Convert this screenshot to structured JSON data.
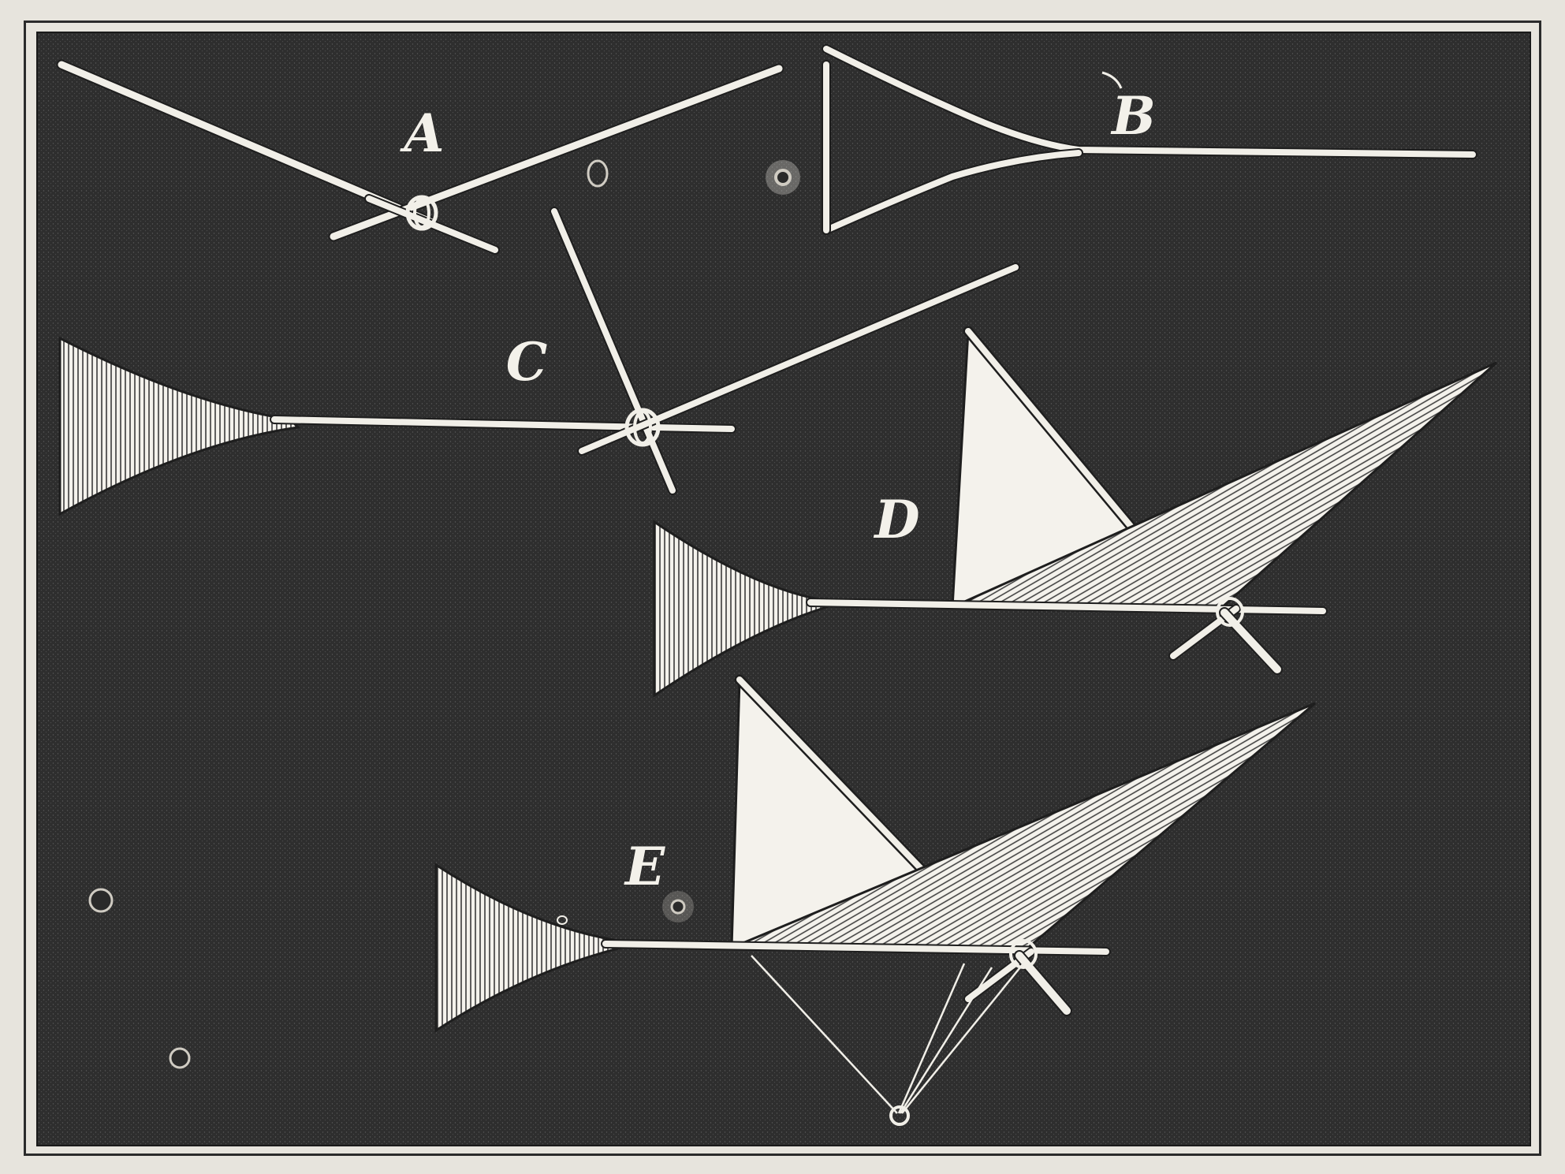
{
  "figure": {
    "labels": {
      "a": "A",
      "b": "B",
      "c": "C",
      "d": "D",
      "e": "E"
    },
    "colors": {
      "background": "#2c2c2c",
      "stick": "#f1efe8",
      "paper": "#f4f2ec",
      "hatching": "#3a3a3a",
      "outline": "#1e1e1e",
      "page": "#e7e4dd"
    }
  }
}
